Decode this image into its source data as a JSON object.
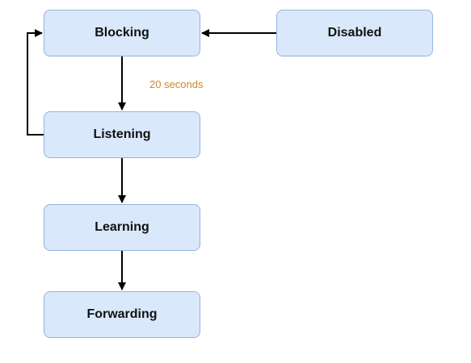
{
  "nodes": {
    "blocking": "Blocking",
    "disabled": "Disabled",
    "listening": "Listening",
    "learning": "Learning",
    "forwarding": "Forwarding"
  },
  "edges": {
    "blocking_to_listening_label": "20 seconds"
  },
  "colors": {
    "node_fill": "#dae8fc",
    "node_border": "#92b4dc",
    "edge": "#000000",
    "edge_label": "#c98a2c"
  }
}
